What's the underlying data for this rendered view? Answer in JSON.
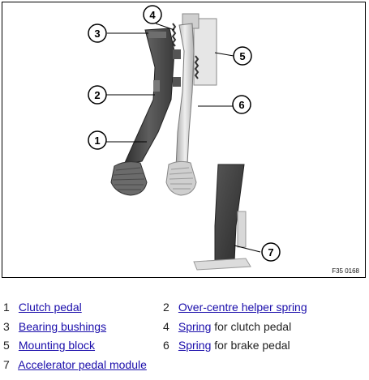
{
  "figure": {
    "code": "F35 0168",
    "callouts": [
      "1",
      "2",
      "3",
      "4",
      "5",
      "6",
      "7"
    ]
  },
  "legend": [
    {
      "num": "1",
      "link": "Clutch pedal",
      "suffix": ""
    },
    {
      "num": "2",
      "link": "Over-centre helper spring",
      "suffix": ""
    },
    {
      "num": "3",
      "link": "Bearing bushings",
      "suffix": ""
    },
    {
      "num": "4",
      "link": "Spring",
      "suffix": " for clutch pedal"
    },
    {
      "num": "5",
      "link": "Mounting block",
      "suffix": ""
    },
    {
      "num": "6",
      "link": "Spring",
      "suffix": " for brake pedal"
    },
    {
      "num": "7",
      "link": "Accelerator pedal module",
      "suffix": ""
    }
  ],
  "colors": {
    "link": "#1a0dab",
    "pedal_dark": "#4a4a4a",
    "pedal_light": "#d4d4d4"
  }
}
